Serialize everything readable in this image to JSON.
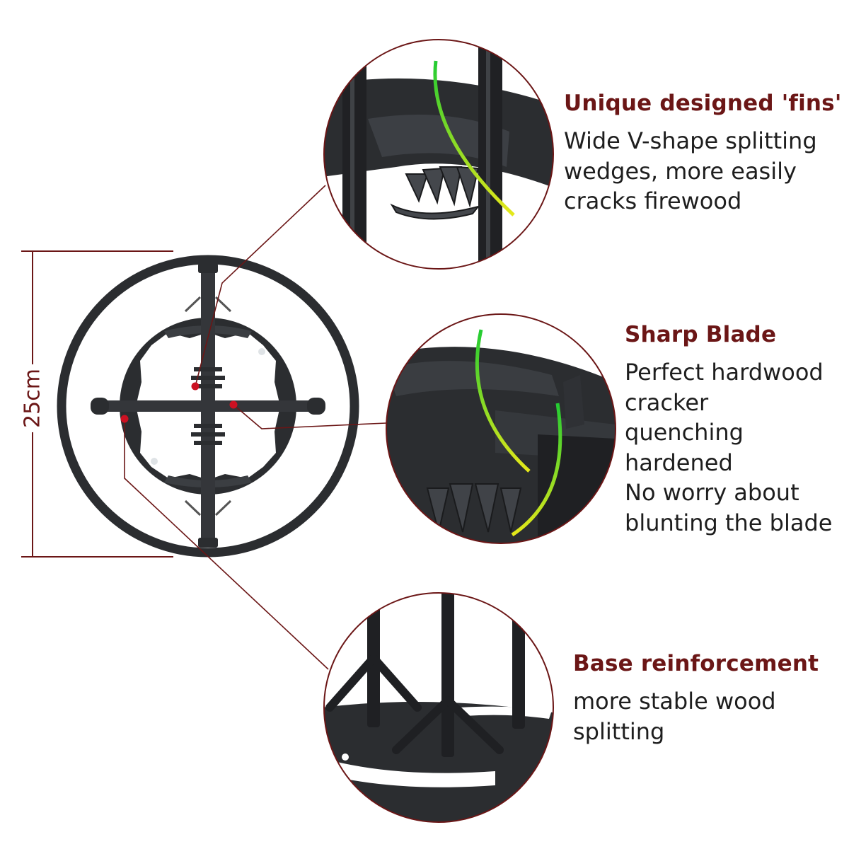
{
  "colors": {
    "heading": "#6b1616",
    "body_text": "#1e1e1e",
    "leader_line": "#6b1616",
    "marker_dot": "#cc1122",
    "metal": "#2b2d30",
    "highlight_green": "#22cc33",
    "highlight_yellow": "#e5e81a"
  },
  "dimension": {
    "label": "25cm"
  },
  "features": [
    {
      "heading": "Unique designed 'fins'",
      "lines": [
        "Wide V-shape splitting",
        "wedges, more easily",
        "cracks firewood"
      ],
      "photo_icon": "fins-detail-photo"
    },
    {
      "heading": "Sharp Blade",
      "lines": [
        "Perfect hardwood",
        "cracker",
        "quenching",
        "hardened",
        "No worry about",
        "blunting the blade"
      ],
      "photo_icon": "blade-detail-photo"
    },
    {
      "heading": "Base reinforcement",
      "lines": [
        "more stable wood",
        "splitting"
      ],
      "photo_icon": "base-detail-photo"
    }
  ],
  "product_view_icon": "log-splitter-top-view"
}
